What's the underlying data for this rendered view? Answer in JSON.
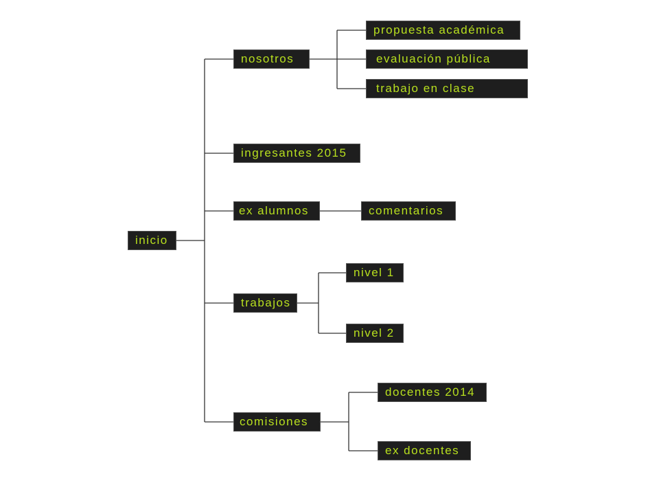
{
  "colors": {
    "box": "#1e1e1e",
    "text": "#b8e01e",
    "line": "#333333"
  },
  "root": "inicio",
  "nodes": {
    "nosotros": "nosotros",
    "propuesta": "propuesta académica",
    "evaluacion": "evaluación pública",
    "trabajo_clase": "trabajo en clase",
    "ingresantes": "ingresantes 2015",
    "ex_alumnos": "ex alumnos",
    "comentarios": "comentarios",
    "trabajos": "trabajos",
    "nivel1": "nivel 1",
    "nivel2": "nivel 2",
    "comisiones": "comisiones",
    "docentes2014": "docentes 2014",
    "ex_docentes": "ex docentes"
  }
}
